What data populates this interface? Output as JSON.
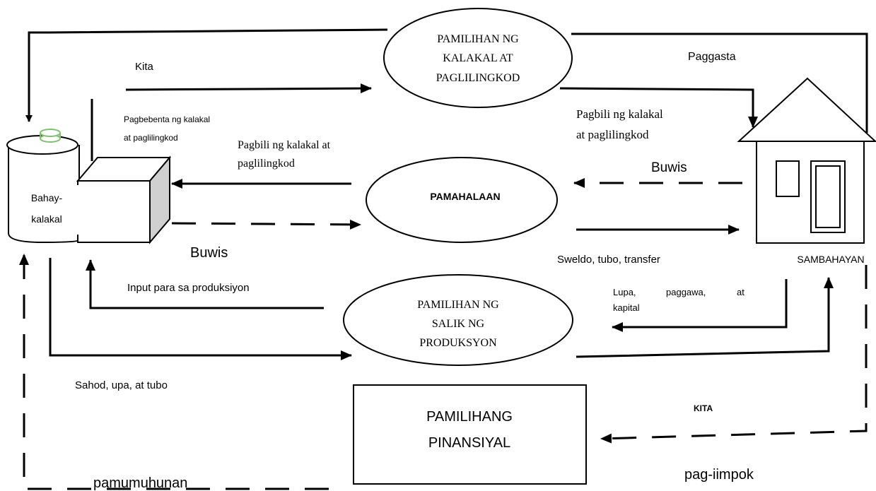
{
  "nodes": {
    "market_goods": [
      "PAMILIHAN NG",
      "KALAKAL AT",
      "PAGLILINGKOD"
    ],
    "government": "PAMAHALAAN",
    "market_factors": [
      "PAMILIHAN NG",
      "SALIK NG",
      "PRODUKSYON"
    ],
    "financial_market": [
      "PAMILIHANG",
      "PINANSIYAL"
    ],
    "business": [
      "Bahay-",
      "kalakal"
    ],
    "household": "SAMBAHAYAN"
  },
  "labels": {
    "kita_top": "Kita",
    "paggasta": "Paggasta",
    "pagbebenta": [
      "Pagbebenta ng kalakal",
      "at paglilingkod"
    ],
    "pagbili_left": [
      "Pagbili ng kalakal at",
      "paglilingkod"
    ],
    "pagbili_right": [
      "Pagbili ng kalakal",
      "at paglilingkod"
    ],
    "buwis_right": "Buwis",
    "buwis_left": "Buwis",
    "sweldo": "Sweldo, tubo, transfer",
    "input": "Input para sa produksiyon",
    "lupa": [
      "Lupa,",
      "paggawa,",
      "at",
      "kapital"
    ],
    "sahod": "Sahod, upa, at tubo",
    "kita_bottom": "KITA",
    "pamumuhunan": "pamumuhunan",
    "pag_iimpok": "pag-iimpok"
  },
  "colors": {
    "line": "#000000",
    "cap_outline": "#7cc36b",
    "box_side": "#d0d0d0"
  }
}
